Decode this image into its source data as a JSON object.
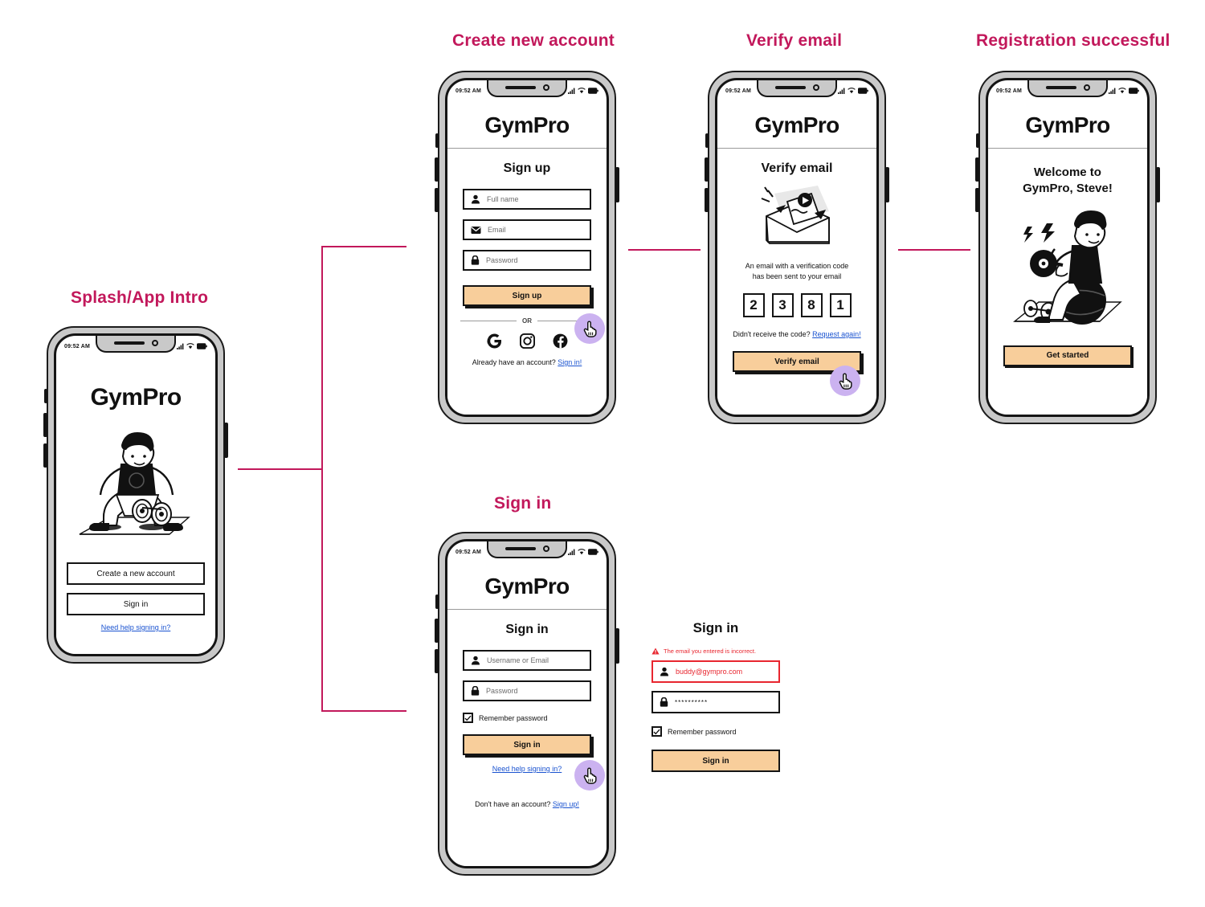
{
  "flow": {
    "labels": [
      {
        "text": "Splash/App Intro"
      },
      {
        "text": "Create new account"
      },
      {
        "text": "Verify email"
      },
      {
        "text": "Registration successful"
      },
      {
        "text": "Sign in"
      }
    ],
    "accent_color": "#C2185B",
    "button_color": "#F8CE9B",
    "link_color": "#1a53d0",
    "error_color": "#e8262f",
    "cursor_bubble_color": "#CBB2F0"
  },
  "status_bar": {
    "time": "09:52 AM",
    "icons": [
      "signal-icon",
      "wifi-icon",
      "battery-icon"
    ]
  },
  "brand": "GymPro",
  "splash": {
    "title": "Splash/App Intro",
    "brand": "GymPro",
    "illustration": "athlete-squat-barbell-illustration",
    "primary_button": "Create a new account",
    "secondary_button": "Sign in",
    "help_link": "Need help signing in?"
  },
  "signup": {
    "title": "Create new account",
    "brand": "GymPro",
    "heading": "Sign up",
    "fields": [
      {
        "icon": "person-icon",
        "placeholder": "Full name"
      },
      {
        "icon": "envelope-icon",
        "placeholder": "Email"
      },
      {
        "icon": "lock-icon",
        "placeholder": "Password"
      }
    ],
    "submit": "Sign up",
    "or_label": "OR",
    "social": [
      "google-icon",
      "instagram-icon",
      "facebook-icon"
    ],
    "footer_text": "Already have an account?",
    "footer_link": "Sign in!"
  },
  "verify": {
    "title": "Verify email",
    "brand": "GymPro",
    "heading": "Verify email",
    "illustration": "open-envelope-letter-illustration",
    "message_line1": "An email with a verification code",
    "message_line2": "has been sent to your email",
    "code": [
      "2",
      "3",
      "8",
      "1"
    ],
    "resend_text": "Didn't receive the code?",
    "resend_link": "Request again!",
    "submit": "Verify email"
  },
  "success": {
    "title": "Registration successful",
    "brand": "GymPro",
    "welcome_line1": "Welcome to",
    "welcome_line2": "GymPro, Steve!",
    "illustration": "athlete-dumbbell-ball-illustration",
    "submit": "Get started"
  },
  "signin": {
    "title": "Sign in",
    "brand": "GymPro",
    "heading": "Sign in",
    "fields": [
      {
        "icon": "person-icon",
        "placeholder": "Username or Email"
      },
      {
        "icon": "lock-icon",
        "placeholder": "Password"
      }
    ],
    "remember_label": "Remember password",
    "submit": "Sign in",
    "help_link": "Need help signing in?",
    "footer_text": "Don't have an account?",
    "footer_link": "Sign up!"
  },
  "signin_error": {
    "heading": "Sign in",
    "error_message": "The email you entered is incorrect.",
    "error_icon": "warning-triangle-icon",
    "email_value": "buddy@gympro.com",
    "password_value": "**********",
    "remember_label": "Remember password",
    "submit": "Sign in"
  }
}
